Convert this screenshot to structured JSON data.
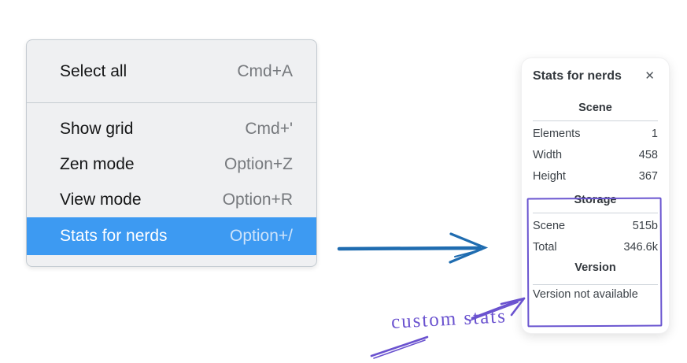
{
  "menu": {
    "sections": [
      {
        "items": [
          {
            "label": "Select all",
            "shortcut": "Cmd+A"
          }
        ]
      },
      {
        "items": [
          {
            "label": "Show grid",
            "shortcut": "Cmd+'"
          },
          {
            "label": "Zen mode",
            "shortcut": "Option+Z"
          },
          {
            "label": "View mode",
            "shortcut": "Option+R"
          },
          {
            "label": "Stats for nerds",
            "shortcut": "Option+/",
            "highlighted": true
          }
        ]
      }
    ]
  },
  "stats_panel": {
    "title": "Stats for nerds",
    "close_glyph": "✕",
    "sections": [
      {
        "heading": "Scene",
        "rows": [
          {
            "label": "Elements",
            "value": "1"
          },
          {
            "label": "Width",
            "value": "458"
          },
          {
            "label": "Height",
            "value": "367"
          }
        ]
      },
      {
        "heading": "Storage",
        "rows": [
          {
            "label": "Scene",
            "value": "515b"
          },
          {
            "label": "Total",
            "value": "346.6k"
          }
        ]
      },
      {
        "heading": "Version",
        "note": "Version not available"
      }
    ]
  },
  "annotation": {
    "label": "custom stats"
  },
  "colors": {
    "menu_highlight": "#3d9af2",
    "menu_background": "#eff0f2",
    "arrow_blue": "#1f6cb0",
    "annotation_purple": "#6a55d0",
    "panel_rule": "#ced4da"
  }
}
